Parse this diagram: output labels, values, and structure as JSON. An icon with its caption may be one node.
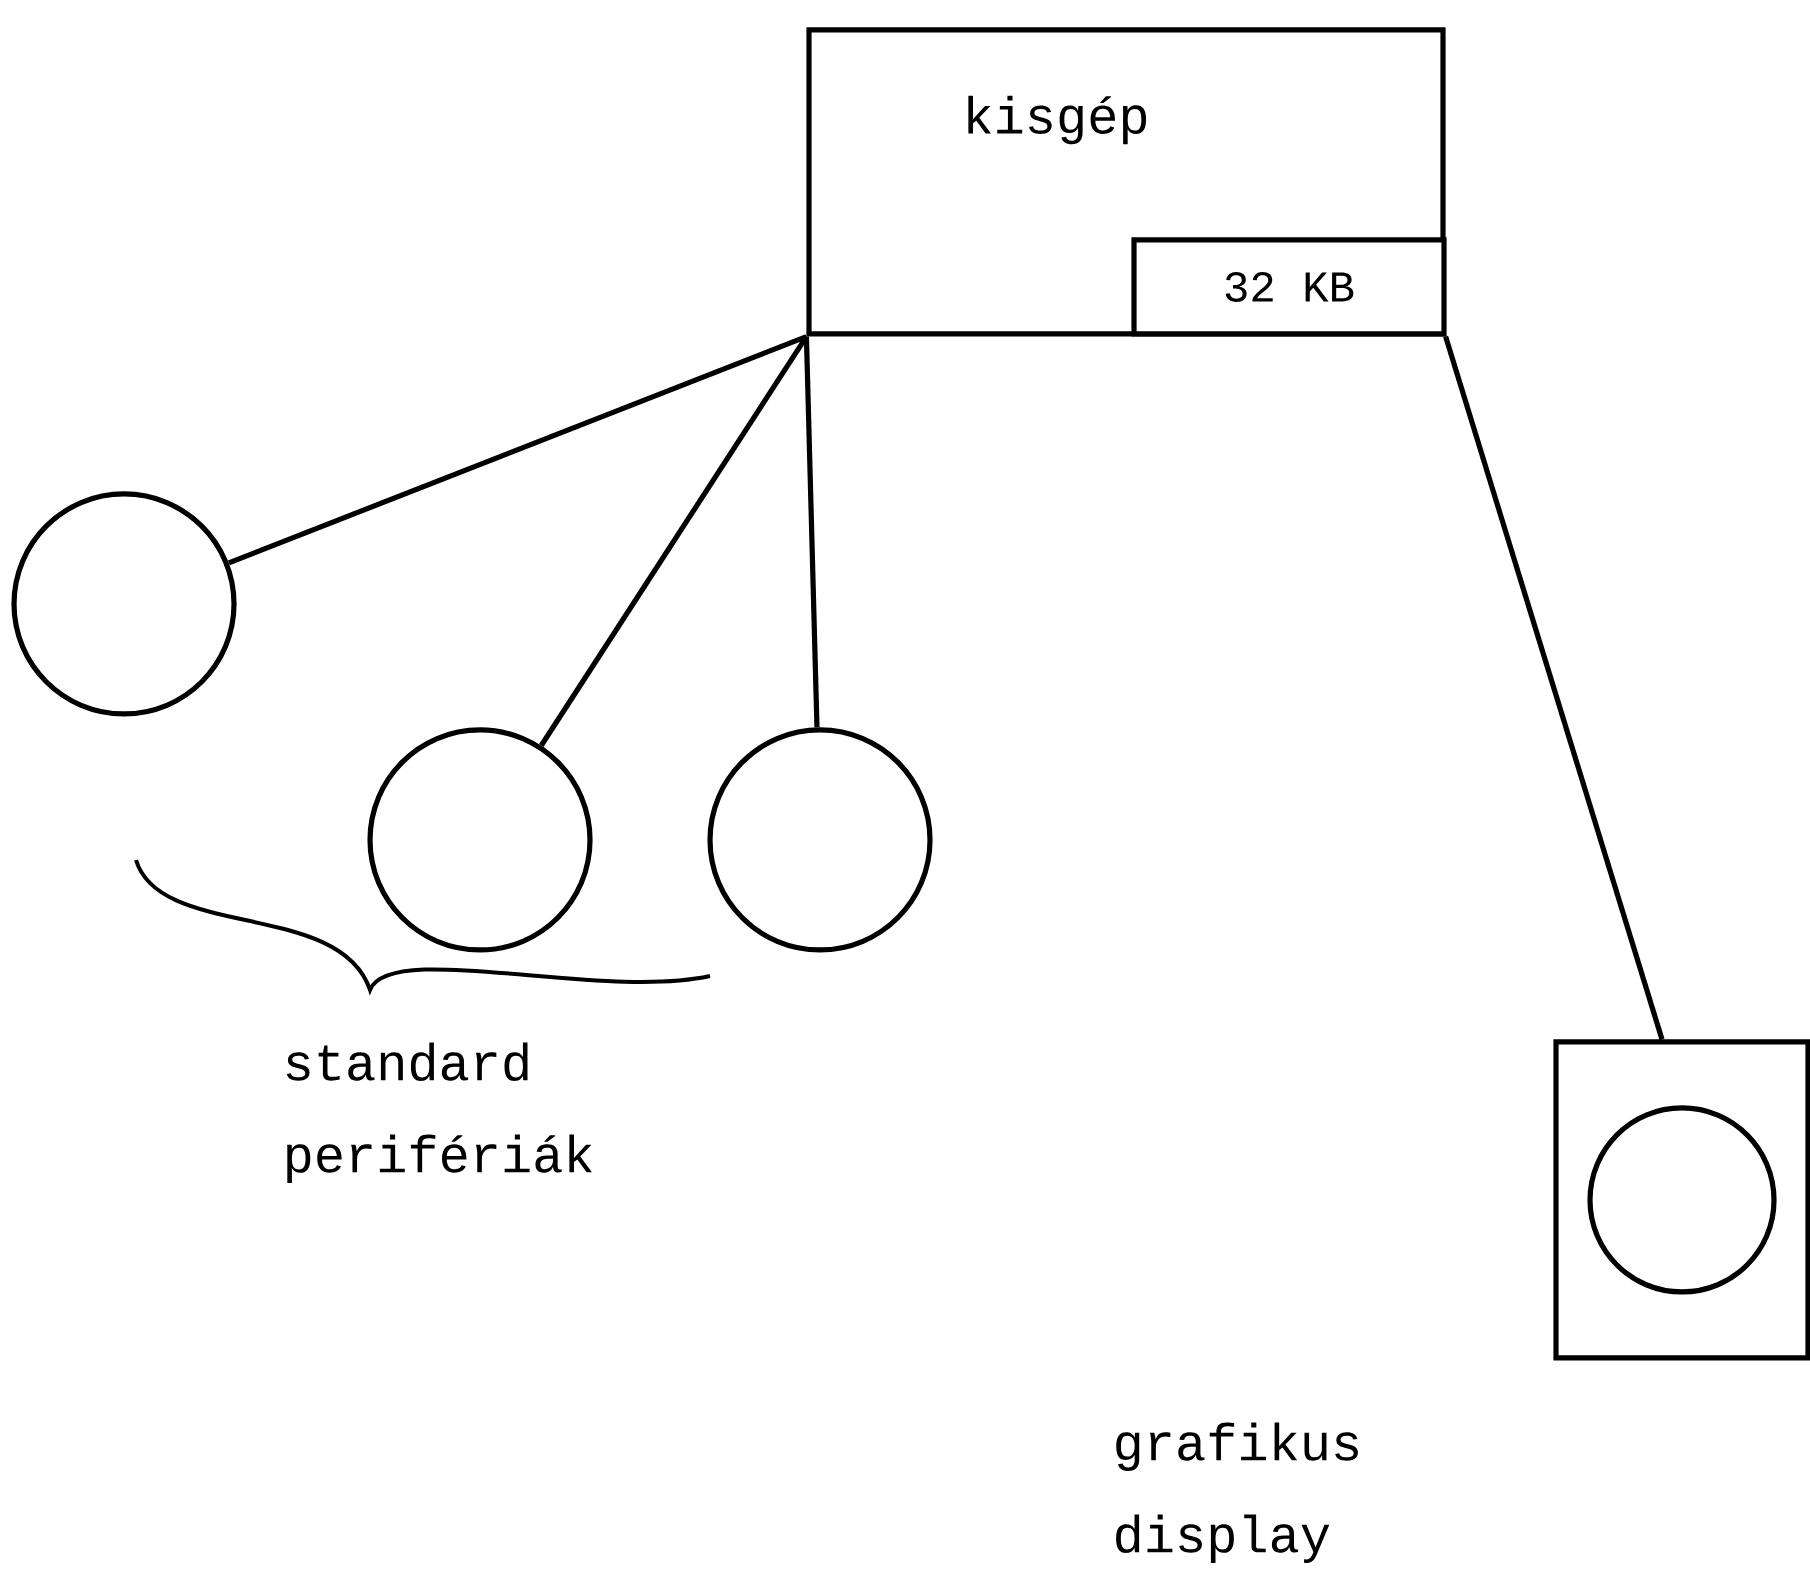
{
  "diagram": {
    "nodes": [
      {
        "text": [
          "kisgép"
        ]
      },
      {
        "text": [
          "32 KB"
        ],
        "in": 0
      },
      {
        "text": [],
        "shape": "circle"
      },
      {
        "text": [],
        "shape": "circle"
      },
      {
        "text": [],
        "shape": "circle"
      },
      {
        "text": [],
        "shape": "box"
      },
      {
        "text": [],
        "shape": "circle",
        "in": 5
      }
    ],
    "edges": [
      {
        "from": 0,
        "to": 2,
        "arrow": "none"
      },
      {
        "from": 0,
        "to": 3,
        "arrow": "none"
      },
      {
        "from": 0,
        "to": 4,
        "arrow": "none"
      },
      {
        "from": 0,
        "to": 5,
        "arrow": "none"
      }
    ],
    "labels": [
      "standard perifériák",
      "grafikus display"
    ]
  }
}
